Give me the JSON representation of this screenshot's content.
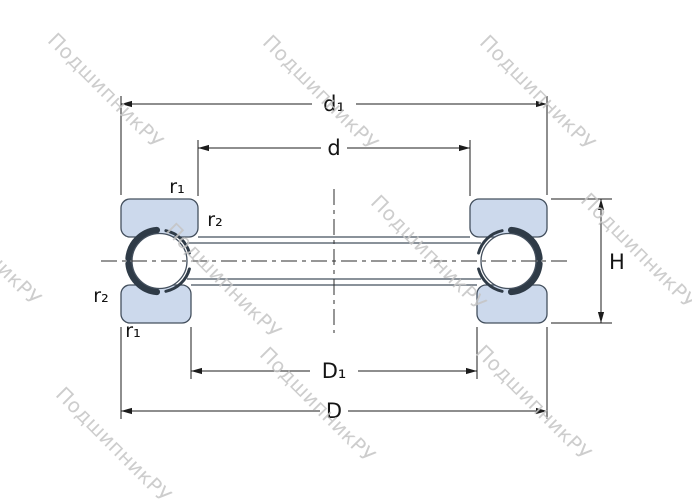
{
  "watermark": {
    "text": "ПодшипникРУ"
  },
  "labels": {
    "d1": "d₁",
    "d": "d",
    "D1": "D₁",
    "D": "D",
    "H": "H",
    "r1_top": "r₁",
    "r2_top": "r₂",
    "r2_bottom": "r₂",
    "r1_bottom": "r₁"
  },
  "colors": {
    "washer_fill": "#ccd9ec",
    "outline": "#44505e",
    "cage": "#2f3b47",
    "dimension_line": "#1c1c1c",
    "watermark": "#c5c5c5",
    "background": "#ffffff"
  }
}
